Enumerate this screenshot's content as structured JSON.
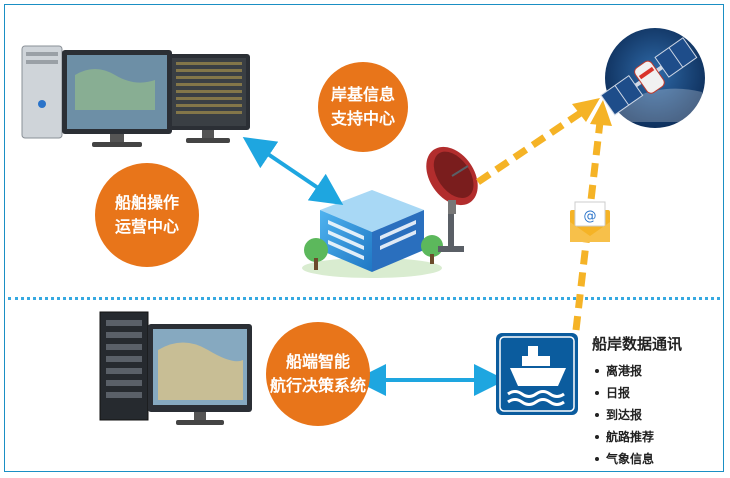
{
  "nodes": {
    "shore_center": {
      "lines": [
        "岸基信息",
        "支持中心"
      ]
    },
    "ship_ops": {
      "lines": [
        "船舶操作",
        "运营中心"
      ]
    },
    "ship_system": {
      "lines": [
        "船端智能",
        "航行决策系统"
      ]
    }
  },
  "comm_panel": {
    "title": "船岸数据通讯",
    "items": [
      "离港报",
      "日报",
      "到达报",
      "航路推荐",
      "气象信息"
    ]
  },
  "colors": {
    "orange": "#e8751a",
    "arrow_blue": "#1ea6e0",
    "arrow_yellow": "#f5b326",
    "ship_badge": "#0b5c9e",
    "frame": "#1a8fc4"
  },
  "icons": [
    "desktop-monitors-icon",
    "satellite-icon",
    "building-icon",
    "satellite-dish-icon",
    "email-envelope-icon",
    "server-workstation-icon",
    "ship-icon"
  ]
}
